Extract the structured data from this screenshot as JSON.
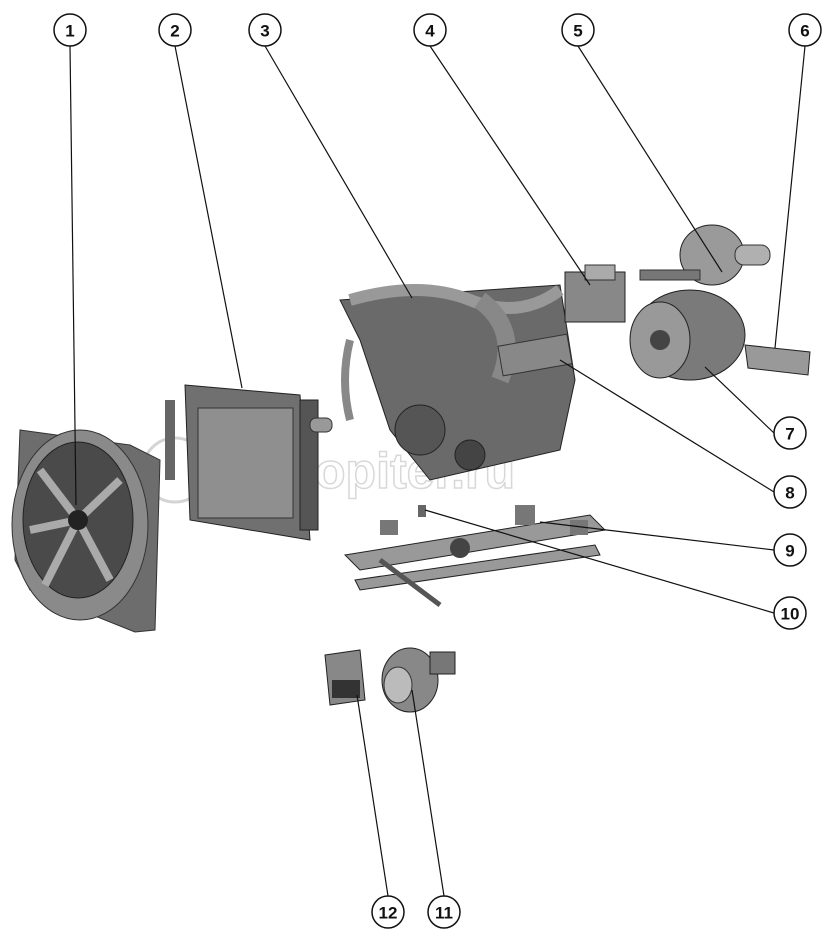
{
  "diagram": {
    "watermark": "autopiter.ru",
    "callouts": [
      {
        "label": "1",
        "part": "fan-shroud"
      },
      {
        "label": "2",
        "part": "radiator"
      },
      {
        "label": "3",
        "part": "engine-piping"
      },
      {
        "label": "4",
        "part": "compressor"
      },
      {
        "label": "5",
        "part": "air-filter"
      },
      {
        "label": "6",
        "part": "fuel-pump-bracket"
      },
      {
        "label": "7",
        "part": "clutch"
      },
      {
        "label": "8",
        "part": "engine"
      },
      {
        "label": "9",
        "part": "engine-mount-frame"
      },
      {
        "label": "10",
        "part": "mount-bolt"
      },
      {
        "label": "11",
        "part": "pump-unit"
      },
      {
        "label": "12",
        "part": "bracket-plate"
      }
    ]
  }
}
